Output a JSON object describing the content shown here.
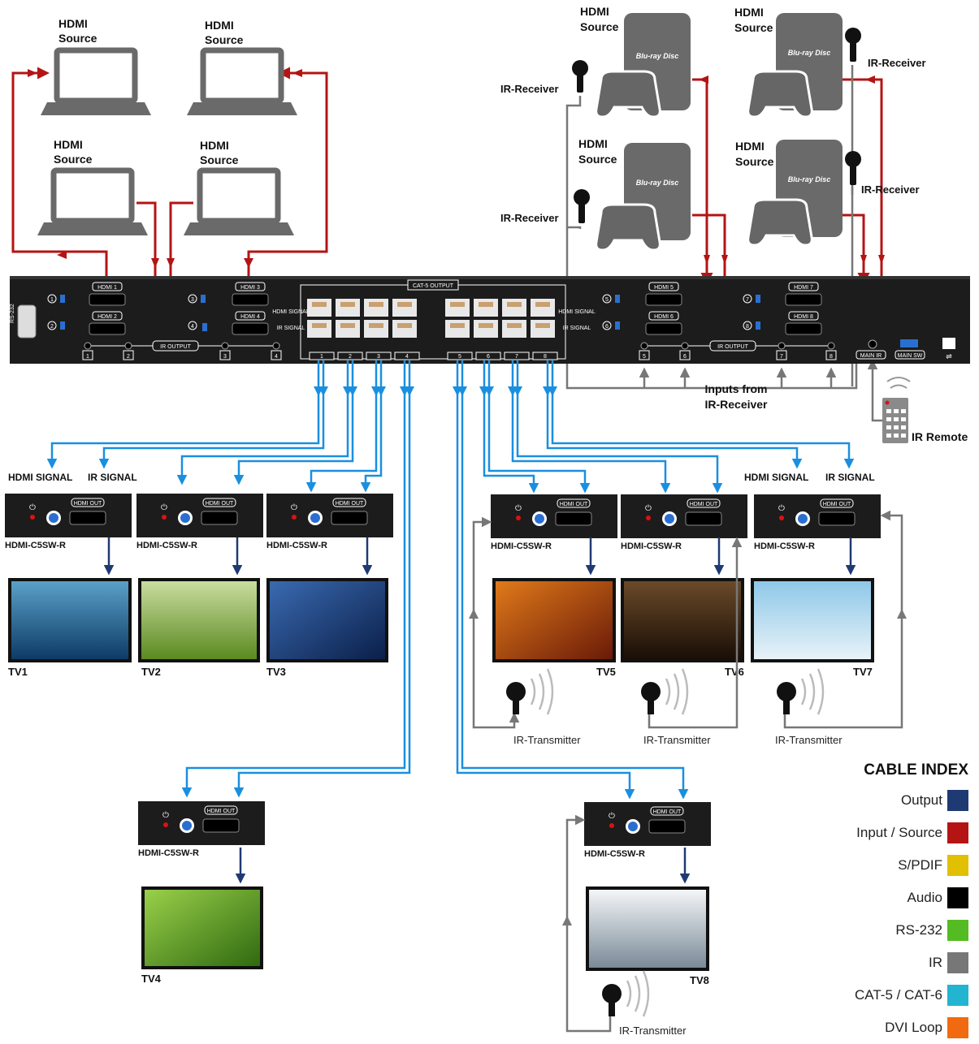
{
  "sources": {
    "hdmi_source_line1": "HDMI",
    "hdmi_source_line2": "Source",
    "ir_receiver": "IR-Receiver",
    "bluray_logo": "Blu-ray Disc"
  },
  "matrix": {
    "hdmi_ports": [
      "HDMI 1",
      "HDMI 2",
      "HDMI 3",
      "HDMI 4",
      "HDMI 5",
      "HDMI 6",
      "HDMI 7",
      "HDMI 8"
    ],
    "port_numbers": [
      "1",
      "2",
      "3",
      "4",
      "5",
      "6",
      "7",
      "8"
    ],
    "ir_output": "IR OUTPUT",
    "cat5_output": "CAT-5 OUTPUT",
    "hdmi_signal": "HDMI SIGNAL",
    "ir_signal": "IR SIGNAL",
    "main_ir": "MAIN IR",
    "main_sw": "MAIN SW",
    "rs232": "RS-232"
  },
  "inputs_from_ir": [
    "Inputs from",
    "IR-Receiver"
  ],
  "ir_remote": "IR Remote",
  "receiver": {
    "model": "HDMI-C5SW-R",
    "hdmi_out": "HDMI OUT",
    "hdmi_signal": "HDMI SIGNAL",
    "ir_signal": "IR SIGNAL"
  },
  "tvs": [
    "TV1",
    "TV2",
    "TV3",
    "TV4",
    "TV5",
    "TV6",
    "TV7",
    "TV8"
  ],
  "ir_transmitter": "IR-Transmitter",
  "cable_index": {
    "title": "CABLE INDEX",
    "items": [
      {
        "name": "Output",
        "color": "#1f3a73"
      },
      {
        "name": "Input / Source",
        "color": "#b41414"
      },
      {
        "name": "S/PDIF",
        "color": "#e0c000"
      },
      {
        "name": "Audio",
        "color": "#000000"
      },
      {
        "name": "RS-232",
        "color": "#55bb22"
      },
      {
        "name": "IR",
        "color": "#777777"
      },
      {
        "name": "CAT-5 / CAT-6",
        "color": "#22b4d0"
      },
      {
        "name": "DVI Loop",
        "color": "#f26a10"
      }
    ]
  }
}
